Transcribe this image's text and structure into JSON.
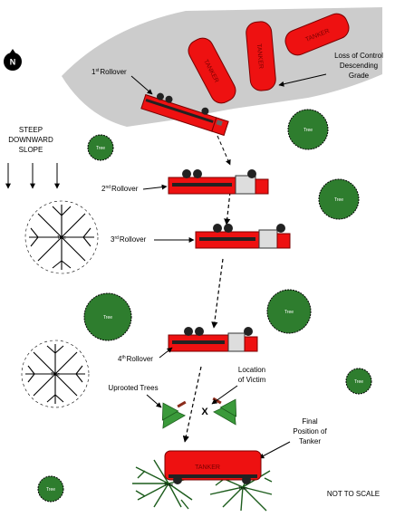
{
  "compass": {
    "letter": "N"
  },
  "road": {
    "tanker_labels": [
      "TANKER",
      "TANKER",
      "TANKER"
    ]
  },
  "annotations": {
    "loss_of_control": [
      "Loss of Control",
      "Descending",
      "Grade"
    ],
    "slope": [
      "STEEP",
      "DOWNWARD",
      "SLOPE"
    ],
    "uprooted_trees": "Uprooted Trees",
    "location_of_victim": [
      "Location",
      "of Victim"
    ],
    "victim_mark": "X",
    "final_position": [
      "Final",
      "Position of",
      "Tanker"
    ],
    "not_to_scale": "NOT TO SCALE"
  },
  "rollovers": [
    {
      "num": "1",
      "sup": "st",
      "word": "Rollover"
    },
    {
      "num": "2",
      "sup": "nd",
      "word": "Rollover"
    },
    {
      "num": "3",
      "sup": "rd",
      "word": "Rollover"
    },
    {
      "num": "4",
      "sup": "th",
      "word": "Rollover"
    }
  ],
  "tree_label": "Tree",
  "final_tanker_label": "TANKER",
  "colors": {
    "tanker_red": "#ee1111",
    "road_gray": "#cccccc",
    "tree_green": "#2e7d2e",
    "uprooted_green": "#3a9a3a"
  }
}
